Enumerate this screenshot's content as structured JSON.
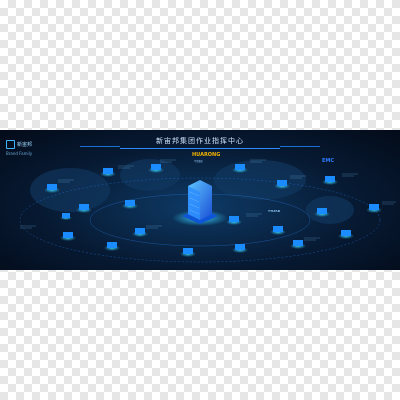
{
  "header": {
    "title": "新宙邦集团作业指挥中心"
  },
  "logo": {
    "name": "新宙邦",
    "tagline": "Brand Family"
  },
  "partners": [
    {
      "name": "HUARONG",
      "sub": "华荣集团",
      "color": "#f5b400"
    },
    {
      "name": "EMC",
      "sub": "",
      "color": "#2b7bff"
    },
    {
      "name": "TTLTAD",
      "sub": "",
      "color": "#e03a3a"
    }
  ],
  "colors": {
    "accent": "#2f8cff",
    "glow": "#38d4ff",
    "background": "#071a33"
  }
}
